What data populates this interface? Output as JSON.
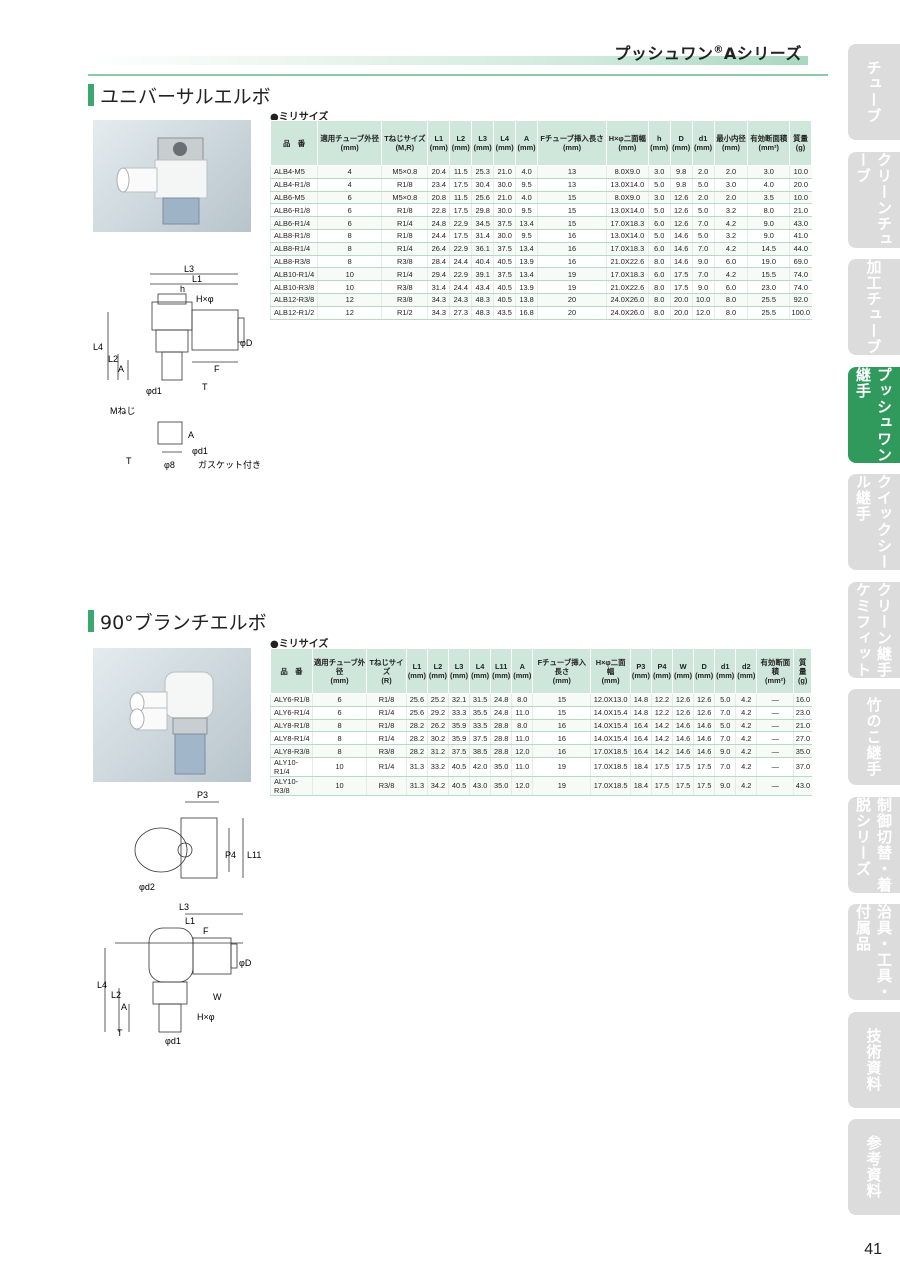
{
  "header": {
    "series": "プッシュワン",
    "reg": "®",
    "series_suffix": "Aシリーズ"
  },
  "section1": {
    "title": "ユニバーサルエルボ",
    "unit": "●ミリサイズ",
    "columns": [
      {
        "top": "品　番",
        "unit": ""
      },
      {
        "top": "適用チューブ外径",
        "unit": "(mm)"
      },
      {
        "top": "Tねじサイズ",
        "unit": "(M,R)"
      },
      {
        "top": "L1",
        "unit": "(mm)"
      },
      {
        "top": "L2",
        "unit": "(mm)"
      },
      {
        "top": "L3",
        "unit": "(mm)"
      },
      {
        "top": "L4",
        "unit": "(mm)"
      },
      {
        "top": "A",
        "unit": "(mm)"
      },
      {
        "top": "Fチューブ挿入長さ",
        "unit": "(mm)"
      },
      {
        "top": "H×φ二面幅",
        "unit": "(mm)"
      },
      {
        "top": "h",
        "unit": "(mm)"
      },
      {
        "top": "D",
        "unit": "(mm)"
      },
      {
        "top": "d1",
        "unit": "(mm)"
      },
      {
        "top": "最小内径",
        "unit": "(mm)"
      },
      {
        "top": "有効断面積",
        "unit": "(mm²)"
      },
      {
        "top": "質量",
        "unit": "(g)"
      }
    ],
    "rows": [
      [
        "ALB4-M5",
        "4",
        "M5×0.8",
        "20.4",
        "11.5",
        "25.3",
        "21.0",
        "4.0",
        "13",
        "8.0X9.0",
        "3.0",
        "9.8",
        "2.0",
        "2.0",
        "3.0",
        "10.0"
      ],
      [
        "ALB4-R1/8",
        "4",
        "R1/8",
        "23.4",
        "17.5",
        "30.4",
        "30.0",
        "9.5",
        "13",
        "13.0X14.0",
        "5.0",
        "9.8",
        "5.0",
        "3.0",
        "4.0",
        "20.0"
      ],
      [
        "ALB6-M5",
        "6",
        "M5×0.8",
        "20.8",
        "11.5",
        "25.6",
        "21.0",
        "4.0",
        "15",
        "8.0X9.0",
        "3.0",
        "12.6",
        "2.0",
        "2.0",
        "3.5",
        "10.0"
      ],
      [
        "ALB6-R1/8",
        "6",
        "R1/8",
        "22.8",
        "17.5",
        "29.8",
        "30.0",
        "9.5",
        "15",
        "13.0X14.0",
        "5.0",
        "12.6",
        "5.0",
        "3.2",
        "8.0",
        "21.0"
      ],
      [
        "ALB6-R1/4",
        "6",
        "R1/4",
        "24.8",
        "22.9",
        "34.5",
        "37.5",
        "13.4",
        "15",
        "17.0X18.3",
        "6.0",
        "12.6",
        "7.0",
        "4.2",
        "9.0",
        "43.0"
      ],
      [
        "ALB8-R1/8",
        "8",
        "R1/8",
        "24.4",
        "17.5",
        "31.4",
        "30.0",
        "9.5",
        "16",
        "13.0X14.0",
        "5.0",
        "14.6",
        "5.0",
        "3.2",
        "9.0",
        "41.0"
      ],
      [
        "ALB8-R1/4",
        "8",
        "R1/4",
        "26.4",
        "22.9",
        "36.1",
        "37.5",
        "13.4",
        "16",
        "17.0X18.3",
        "6.0",
        "14.6",
        "7.0",
        "4.2",
        "14.5",
        "44.0"
      ],
      [
        "ALB8-R3/8",
        "8",
        "R3/8",
        "28.4",
        "24.4",
        "40.4",
        "40.5",
        "13.9",
        "16",
        "21.0X22.6",
        "8.0",
        "14.6",
        "9.0",
        "6.0",
        "19.0",
        "69.0"
      ],
      [
        "ALB10-R1/4",
        "10",
        "R1/4",
        "29.4",
        "22.9",
        "39.1",
        "37.5",
        "13.4",
        "19",
        "17.0X18.3",
        "6.0",
        "17.5",
        "7.0",
        "4.2",
        "15.5",
        "74.0"
      ],
      [
        "ALB10-R3/8",
        "10",
        "R3/8",
        "31.4",
        "24.4",
        "43.4",
        "40.5",
        "13.9",
        "19",
        "21.0X22.6",
        "8.0",
        "17.5",
        "9.0",
        "6.0",
        "23.0",
        "74.0"
      ],
      [
        "ALB12-R3/8",
        "12",
        "R3/8",
        "34.3",
        "24.3",
        "48.3",
        "40.5",
        "13.8",
        "20",
        "24.0X26.0",
        "8.0",
        "20.0",
        "10.0",
        "8.0",
        "25.5",
        "92.0"
      ],
      [
        "ALB12-R1/2",
        "12",
        "R1/2",
        "34.3",
        "27.3",
        "48.3",
        "43.5",
        "16.8",
        "20",
        "24.0X26.0",
        "8.0",
        "20.0",
        "12.0",
        "8.0",
        "25.5",
        "100.0"
      ]
    ],
    "drawing_labels": {
      "L3": "L3",
      "L1": "L1",
      "h": "h",
      "Hphi": "H×φ",
      "L4": "L4",
      "L2": "L2",
      "A": "A",
      "F": "F",
      "T": "T",
      "d1": "φd1",
      "D": "φD",
      "mneji": "Mねじ",
      "A2": "A",
      "d1b": "φd1",
      "T2": "T",
      "phi8": "φ8",
      "gasket": "ガスケット付き"
    }
  },
  "section2": {
    "title": "90°ブランチエルボ",
    "unit": "●ミリサイズ",
    "columns": [
      {
        "top": "品　番",
        "unit": ""
      },
      {
        "top": "適用チューブ外径",
        "unit": "(mm)"
      },
      {
        "top": "Tねじサイズ",
        "unit": "(R)"
      },
      {
        "top": "L1",
        "unit": "(mm)"
      },
      {
        "top": "L2",
        "unit": "(mm)"
      },
      {
        "top": "L3",
        "unit": "(mm)"
      },
      {
        "top": "L4",
        "unit": "(mm)"
      },
      {
        "top": "L11",
        "unit": "(mm)"
      },
      {
        "top": "A",
        "unit": "(mm)"
      },
      {
        "top": "Fチューブ挿入長さ",
        "unit": "(mm)"
      },
      {
        "top": "H×φ二面幅",
        "unit": "(mm)"
      },
      {
        "top": "P3",
        "unit": "(mm)"
      },
      {
        "top": "P4",
        "unit": "(mm)"
      },
      {
        "top": "W",
        "unit": "(mm)"
      },
      {
        "top": "D",
        "unit": "(mm)"
      },
      {
        "top": "d1",
        "unit": "(mm)"
      },
      {
        "top": "d2",
        "unit": "(mm)"
      },
      {
        "top": "有効断面積",
        "unit": "(mm²)"
      },
      {
        "top": "質量",
        "unit": "(g)"
      }
    ],
    "rows": [
      [
        "ALY6-R1/8",
        "6",
        "R1/8",
        "25.6",
        "25.2",
        "32.1",
        "31.5",
        "24.8",
        "8.0",
        "15",
        "12.0X13.0",
        "14.8",
        "12.2",
        "12.6",
        "12.6",
        "5.0",
        "4.2",
        "—",
        "16.0"
      ],
      [
        "ALY6-R1/4",
        "6",
        "R1/4",
        "25.6",
        "29.2",
        "33.3",
        "35.5",
        "24.8",
        "11.0",
        "15",
        "14.0X15.4",
        "14.8",
        "12.2",
        "12.6",
        "12.6",
        "7.0",
        "4.2",
        "—",
        "23.0"
      ],
      [
        "ALY8-R1/8",
        "8",
        "R1/8",
        "28.2",
        "26.2",
        "35.9",
        "33.5",
        "28.8",
        "8.0",
        "16",
        "14.0X15.4",
        "16.4",
        "14.2",
        "14.6",
        "14.6",
        "5.0",
        "4.2",
        "—",
        "21.0"
      ],
      [
        "ALY8-R1/4",
        "8",
        "R1/4",
        "28.2",
        "30.2",
        "35.9",
        "37.5",
        "28.8",
        "11.0",
        "16",
        "14.0X15.4",
        "16.4",
        "14.2",
        "14.6",
        "14.6",
        "7.0",
        "4.2",
        "—",
        "27.0"
      ],
      [
        "ALY8-R3/8",
        "8",
        "R3/8",
        "28.2",
        "31.2",
        "37.5",
        "38.5",
        "28.8",
        "12.0",
        "16",
        "17.0X18.5",
        "16.4",
        "14.2",
        "14.6",
        "14.6",
        "9.0",
        "4.2",
        "—",
        "35.0"
      ],
      [
        "ALY10-R1/4",
        "10",
        "R1/4",
        "31.3",
        "33.2",
        "40.5",
        "42.0",
        "35.0",
        "11.0",
        "19",
        "17.0X18.5",
        "18.4",
        "17.5",
        "17.5",
        "17.5",
        "7.0",
        "4.2",
        "—",
        "37.0"
      ],
      [
        "ALY10-R3/8",
        "10",
        "R3/8",
        "31.3",
        "34.2",
        "40.5",
        "43.0",
        "35.0",
        "12.0",
        "19",
        "17.0X18.5",
        "18.4",
        "17.5",
        "17.5",
        "17.5",
        "9.0",
        "4.2",
        "—",
        "43.0"
      ]
    ],
    "drawing_labels": {
      "P3": "P3",
      "P4": "P4",
      "L11": "L11",
      "d2": "φd2",
      "L3": "L3",
      "L1": "L1",
      "F": "F",
      "D": "φD",
      "L4": "L4",
      "L2": "L2",
      "A": "A",
      "W": "W",
      "Hphi": "H×φ",
      "T": "T",
      "d1": "φd1"
    }
  },
  "sidebar": {
    "tabs": [
      {
        "label": "チューブ",
        "active": false
      },
      {
        "label": "クリーンチューブ",
        "active": false
      },
      {
        "label": "加工チューブ",
        "active": false
      },
      {
        "label": "プッシュワン継手",
        "active": true
      },
      {
        "label": "クイックシール継手",
        "active": false
      },
      {
        "label": "クリーン継手ケミフィット",
        "active": false
      },
      {
        "label": "竹のこ継手",
        "active": false
      },
      {
        "label": "制御切替・着脱シリーズ",
        "active": false
      },
      {
        "label": "治具・工具・付属品",
        "active": false
      },
      {
        "label": "技術資料",
        "active": false
      },
      {
        "label": "参考資料",
        "active": false
      }
    ]
  },
  "page_number": "41",
  "colors": {
    "accent": "#2f9a5c",
    "table_header": "#cfe7db",
    "tab_inactive": "#dcdcdc"
  }
}
